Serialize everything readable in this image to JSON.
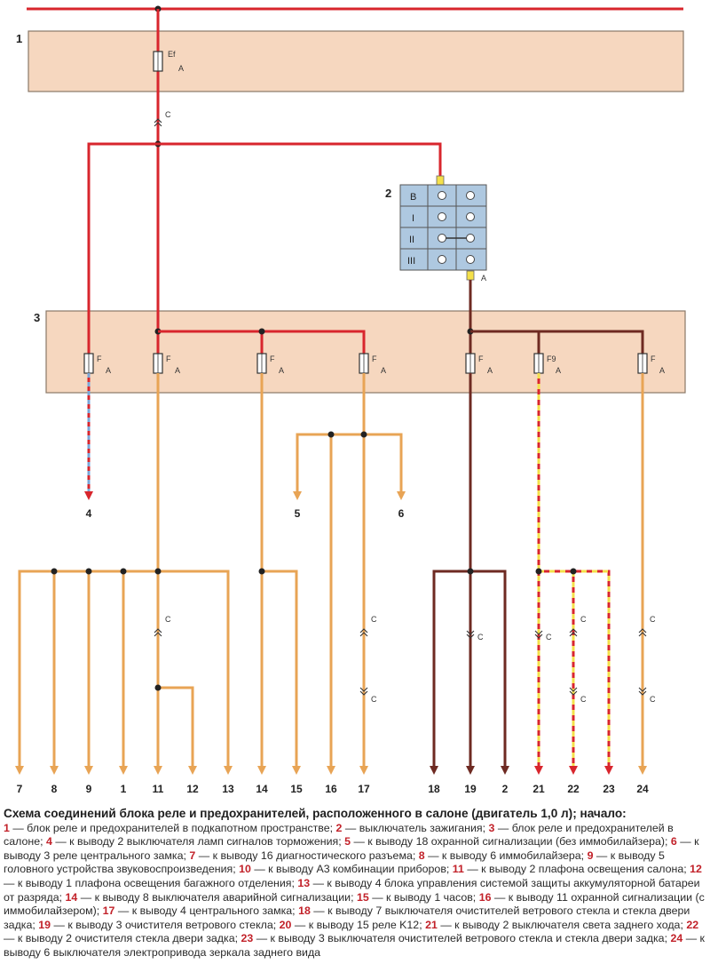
{
  "blocks": [
    {
      "num": "1"
    },
    {
      "num": "2"
    },
    {
      "num": "3"
    }
  ],
  "fuses_block1": [
    {
      "name": "Ef",
      "pin": "A"
    }
  ],
  "fuses_block3": [
    {
      "name": "F",
      "pin": "A"
    },
    {
      "name": "F",
      "pin": "A"
    },
    {
      "name": "F",
      "pin": "A"
    },
    {
      "name": "F",
      "pin": "A"
    },
    {
      "name": "F",
      "pin": "A"
    },
    {
      "name": "F9",
      "pin": "A"
    },
    {
      "name": "F",
      "pin": "A"
    }
  ],
  "ignition_switch": {
    "rows": [
      "B",
      "I",
      "II",
      "III"
    ],
    "output_pin": "A"
  },
  "connector_letter": "C",
  "terminals_mid": [
    "4",
    "5",
    "6"
  ],
  "terminals_bottom": [
    "7",
    "8",
    "9",
    "1",
    "11",
    "12",
    "13",
    "14",
    "15",
    "16",
    "17",
    "18",
    "19",
    "2",
    "21",
    "22",
    "23",
    "24"
  ],
  "caption": {
    "title": "Схема соединений блока реле и предохранителей, расположенного в салоне (двигатель 1,0 л); начало:",
    "items": [
      {
        "num": "1",
        "text": " — блок реле и предохранителей в подкапотном пространстве; "
      },
      {
        "num": "2",
        "text": " — выключатель зажигания; "
      },
      {
        "num": "3",
        "text": " — блок реле и предохранителей в салоне; "
      },
      {
        "num": "4",
        "text": " — к выводу 2 выключателя ламп сигналов торможения; "
      },
      {
        "num": "5",
        "text": " — к выводу 18 охранной сигнализации (без иммобилайзера); "
      },
      {
        "num": "6",
        "text": " — к выводу 3 реле центрального замка; "
      },
      {
        "num": "7",
        "text": " — к выводу 16 диагностического разъема; "
      },
      {
        "num": "8",
        "text": " — к выводу 6 иммобилайзера; "
      },
      {
        "num": "9",
        "text": " — к выводу 5 головного устройства звуковоспроизведения; "
      },
      {
        "num": "10",
        "text": " — к выводу A3 комбинации приборов; "
      },
      {
        "num": "11",
        "text": " — к выводу 2 плафона освещения салона; "
      },
      {
        "num": "12",
        "text": " — к выводу 1 плафона освещения багажного отделения; "
      },
      {
        "num": "13",
        "text": " — к выводу 4 блока управления системой защиты аккумуляторной батареи от разряда; "
      },
      {
        "num": "14",
        "text": " — к выводу 8 выключателя аварийной сигнализации; "
      },
      {
        "num": "15",
        "text": " — к выводу 1 часов; "
      },
      {
        "num": "16",
        "text": " — к выводу 11 охранной сигнализации (с иммобилайзером); "
      },
      {
        "num": "17",
        "text": " — к выводу 4 центрального замка; "
      },
      {
        "num": "18",
        "text": " — к выводу 7 выключателя очистителей ветрового стекла и стекла двери задка; "
      },
      {
        "num": "19",
        "text": " — к выводу 3 очистителя ветрового стекла; "
      },
      {
        "num": "20",
        "text": " — к выводу 15 реле K12; "
      },
      {
        "num": "21",
        "text": " — к выводу 2 выключателя света заднего хода; "
      },
      {
        "num": "22",
        "text": " — к выводу 2 очистителя стекла двери задка; "
      },
      {
        "num": "23",
        "text": " — к выводу 3 выключателя очистителей ветрового стекла и стекла двери задка; "
      },
      {
        "num": "24",
        "text": " — к выводу 6 выключателя электропривода зеркала заднего вида"
      }
    ]
  },
  "colors": {
    "red": "#d8262d",
    "orange": "#e8a455",
    "brown": "#6e2a22",
    "blue": "#7aa6d8",
    "block_fill": "#f6d7bf",
    "switch_fill": "#aec8e0",
    "yellow": "#f4e04a"
  }
}
